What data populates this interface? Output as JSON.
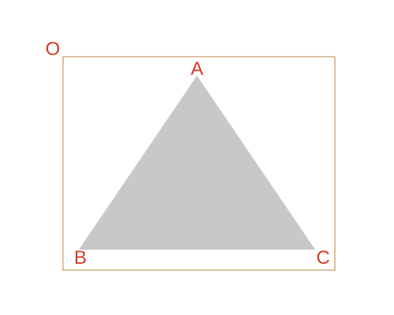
{
  "diagram": {
    "labels": {
      "origin": "O",
      "a": "A",
      "b": "B",
      "c": "C"
    },
    "colors": {
      "frame": "#b8863b",
      "triangle_fill": "#c8c8c8",
      "label": "#d23a2a",
      "background": "#ffffff"
    }
  }
}
